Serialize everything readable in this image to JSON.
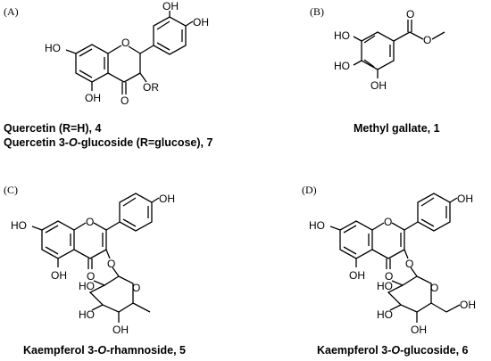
{
  "panels": {
    "a": {
      "label": "(A)",
      "caption_line1": "Quercetin (R=H), 4",
      "caption_line2_pre": "Quercetin 3-",
      "caption_line2_it": "O",
      "caption_line2_post": "-glucoside (R=glucose), 7",
      "atoms": {
        "oh_3p": "OH",
        "oh_4p": "OH",
        "ho_7": "HO",
        "oh_5": "OH",
        "o_4": "O",
        "o_1": "O",
        "or_3": "OR"
      }
    },
    "b": {
      "label": "(B)",
      "caption": "Methyl gallate, 1",
      "atoms": {
        "ho_3": "HO",
        "ho_4": "HO",
        "oh_5": "OH",
        "o_carbonyl": "O",
        "o_ester": "O"
      }
    },
    "c": {
      "label": "(C)",
      "caption_pre": "Kaempferol 3-",
      "caption_it": "O",
      "caption_post": "-rhamnoside, 5",
      "atoms": {
        "oh_4p": "OH",
        "ho_7": "HO",
        "oh_5": "OH",
        "o_4": "O",
        "o_1": "O",
        "o_3": "O",
        "o_ring": "O",
        "ho_2s": "HO",
        "ho_3s": "HO",
        "oh_4s": "OH"
      }
    },
    "d": {
      "label": "(D)",
      "caption_pre": "Kaempferol 3-",
      "caption_it": "O",
      "caption_post": "-glucoside, 6",
      "atoms": {
        "oh_4p": "OH",
        "ho_7": "HO",
        "oh_5": "OH",
        "o_4": "O",
        "o_1": "O",
        "o_3": "O",
        "o_ring": "O",
        "ho_2s": "HO",
        "ho_3s": "HO",
        "oh_4s": "OH",
        "oh_6s": "OH"
      }
    }
  }
}
